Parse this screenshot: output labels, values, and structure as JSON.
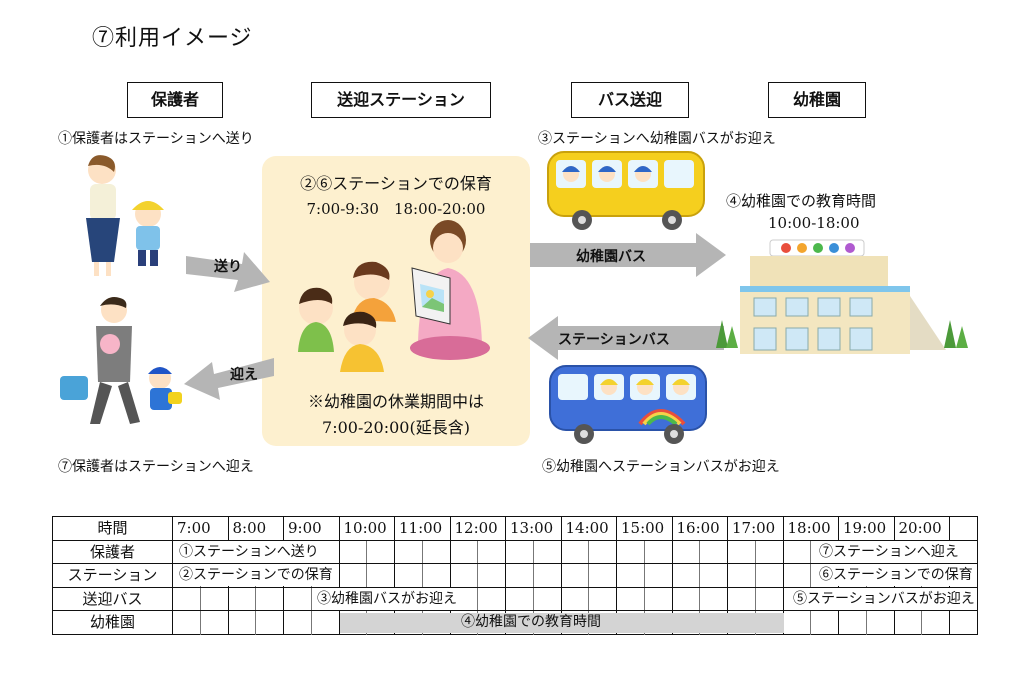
{
  "title": "⑦利用イメージ",
  "columns": {
    "guardian": "保護者",
    "station": "送迎ステーション",
    "bus": "バス送迎",
    "kindergarten": "幼稚園"
  },
  "captions": {
    "step1": "①保護者はステーションへ送り",
    "step3": "③ステーションへ幼稚園バスがお迎え",
    "step4": "④幼稚園での教育時間",
    "step4_time": "10:00-18:00",
    "step5": "⑤幼稚園へステーションバスがお迎え",
    "step7": "⑦保護者はステーションへ迎え"
  },
  "station_box": {
    "title": "②⑥ステーションでの保育",
    "hours": "7:00-9:30　18:00-20:00",
    "note": "※幼稚園の休業期間中は",
    "note_hours": "7:00-20:00(延長含)"
  },
  "arrows": {
    "drop_off": "送り",
    "pick_up": "迎え",
    "kindergarten_bus": "幼稚園バス",
    "station_bus": "ステーションバス"
  },
  "colors": {
    "station_bg": "#fdf0cf",
    "arrow_gray": "#b5b5b5",
    "bar_gray": "#d4d4d4",
    "bus_yellow": "#f5cf1e",
    "bus_blue": "#3f6fd8"
  },
  "timetable": {
    "header_label": "時間",
    "hours": [
      "7:00",
      "8:00",
      "9:00",
      "10:00",
      "11:00",
      "12:00",
      "13:00",
      "14:00",
      "15:00",
      "16:00",
      "17:00",
      "18:00",
      "19:00",
      "20:00"
    ],
    "rows": [
      {
        "label": "保護者",
        "start_text": "①ステーションへ送り",
        "end_text": "⑦ステーションへ迎え"
      },
      {
        "label": "ステーション",
        "start_text": "②ステーションでの保育",
        "end_text": "⑥ステーションでの保育"
      },
      {
        "label": "送迎バス",
        "start_text": "③幼稚園バスがお迎え",
        "end_text": "⑤ステーションバスがお迎え"
      },
      {
        "label": "幼稚園",
        "middle_text": "④幼稚園での教育時間",
        "bar_start_hour": 10,
        "bar_end_hour": 18
      }
    ]
  }
}
